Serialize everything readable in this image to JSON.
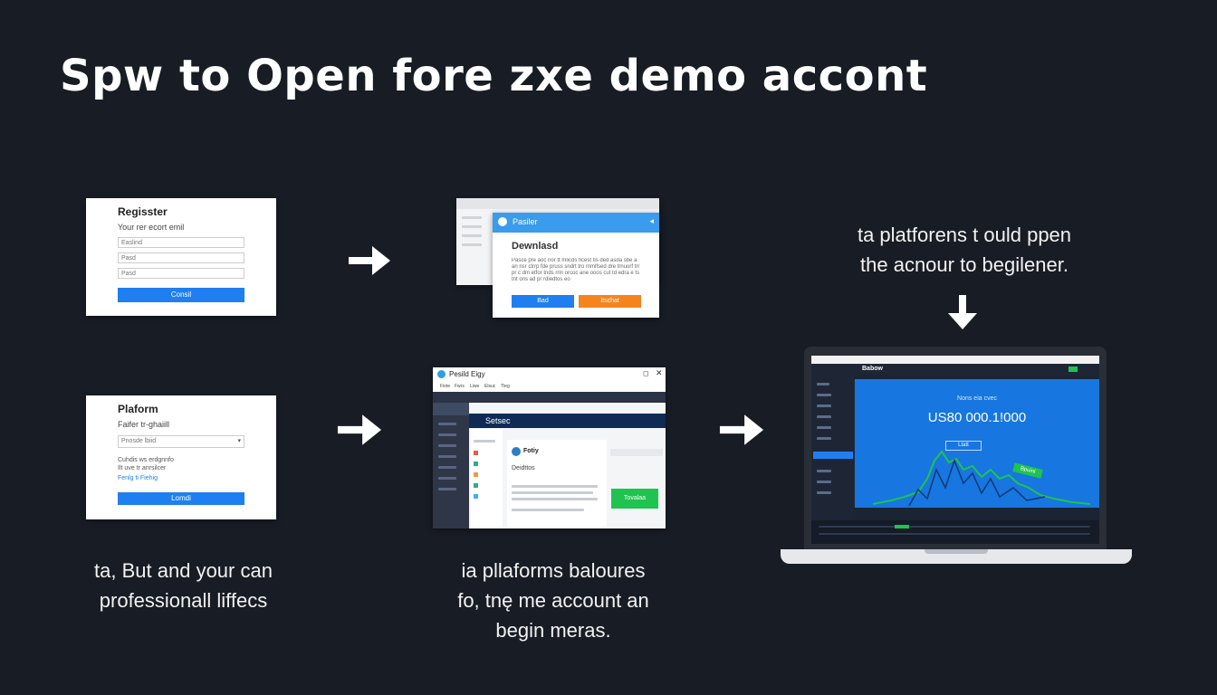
{
  "title": "Spw to Open fore zxe demo accont",
  "register": {
    "heading": "Regisster",
    "subheading": "Your rer ecort emil",
    "fields": [
      "Easlind",
      "Pasd",
      "Pasd"
    ],
    "button": "Consil"
  },
  "download": {
    "header": "Pasiler",
    "heading": "Dewnlasd",
    "body": "Pasce pre aoc nor tt mlicds ficest tis ded asda sbe a an nsr ctrrp fde pruss sndrt tro mmlfsed dre trnuorf trr pr c dm etfor tnds rrin orcoc ane ooos cut td edra e ts tnt ons ad pr rdiedtos eo",
    "btn_left": "Bad",
    "btn_right": "Itschat"
  },
  "platform": {
    "heading": "Plaform",
    "subheading": "Faifer tr-ghaiill",
    "select_value": "Pnosde lbiid",
    "note_line1": "Cuhdis ws erdgnnfo",
    "note_line2": "Ilt uve tr anrsilcer",
    "link": "Fenlg ti Fiehig",
    "button": "Lomdi"
  },
  "app_window": {
    "title": "Pesild Eigy",
    "menu": [
      "Fiote",
      "Fwrs",
      "Liwe",
      "Elsuc",
      "Tleg"
    ],
    "banner": "Setsec",
    "panel_title": "Fotiy",
    "panel_sub": "Deidttos",
    "green_button": "Tovalaa"
  },
  "right_caption": {
    "line1": "ta platforens t ould ppen",
    "line2": "the acnour to begilener."
  },
  "laptop": {
    "app_name": "Babow",
    "banner_small": "Nons eia cvec",
    "balance": "US80 000.1!000",
    "pill": "Ltatt",
    "green_tag": "Bpuinl"
  },
  "caption_left": {
    "line1": "ta, But and your can",
    "line2": "professionall liffecs"
  },
  "caption_middle": {
    "line1": "ia pllaforms baloures",
    "line2": "fo, tnę me account an",
    "line3": "begin meras."
  },
  "colors": {
    "background": "#181c25",
    "primary_blue": "#1f7ff0",
    "orange": "#f5841f",
    "green": "#1fc34f",
    "dark_nav": "#0f2b55"
  }
}
